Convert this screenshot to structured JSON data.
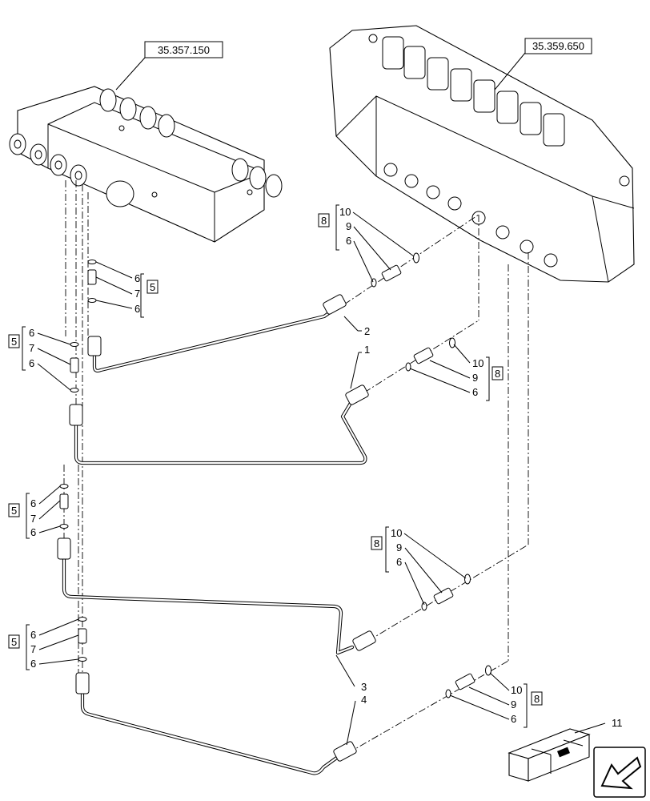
{
  "references": {
    "solenoid_block": "35.357.150",
    "control_valve": "35.359.650"
  },
  "callouts": {
    "pipe_1": "1",
    "pipe_2": "2",
    "pipe_3": "3",
    "pipe_4": "4",
    "kit_icon": "11"
  },
  "kit_groups": [
    {
      "kit": "5",
      "items": [
        "6",
        "7",
        "6"
      ]
    },
    {
      "kit": "5",
      "items": [
        "6",
        "7",
        "6"
      ]
    },
    {
      "kit": "5",
      "items": [
        "6",
        "7",
        "6"
      ]
    },
    {
      "kit": "5",
      "items": [
        "6",
        "7",
        "6"
      ]
    },
    {
      "kit": "8",
      "items": [
        "10",
        "9",
        "6"
      ]
    },
    {
      "kit": "8",
      "items": [
        "10",
        "9",
        "6"
      ]
    },
    {
      "kit": "8",
      "items": [
        "10",
        "9",
        "6"
      ]
    },
    {
      "kit": "8",
      "items": [
        "10",
        "9",
        "6"
      ]
    }
  ],
  "icons": {
    "kit": "kit-crate-icon",
    "navigation": "navigation-arrow-icon"
  }
}
